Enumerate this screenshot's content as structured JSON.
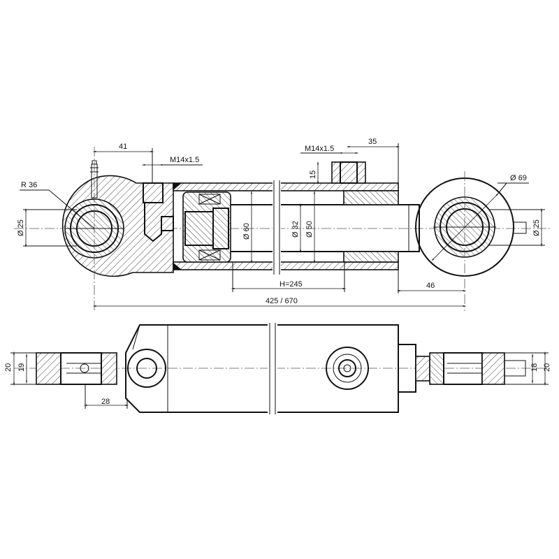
{
  "title": "Hydraulic cylinder drawing",
  "top_view": {
    "dims": {
      "d41": "41",
      "thread_left": "M14x1.5",
      "thread_right": "M14x1.5",
      "d35": "35",
      "d15": "15",
      "r36": "R 36",
      "dia25_left": "Ø 25",
      "dia60": "Ø 60",
      "dia32": "Ø 32",
      "dia50": "Ø 50",
      "dia69": "Ø 69",
      "dia25_right": "Ø 25",
      "stroke": "H=245",
      "d46": "46",
      "length": "425 / 670"
    }
  },
  "bottom_view": {
    "dims": {
      "d20_left": "20",
      "d19": "19",
      "d28": "28",
      "d18": "18",
      "d20_right": "20"
    }
  }
}
